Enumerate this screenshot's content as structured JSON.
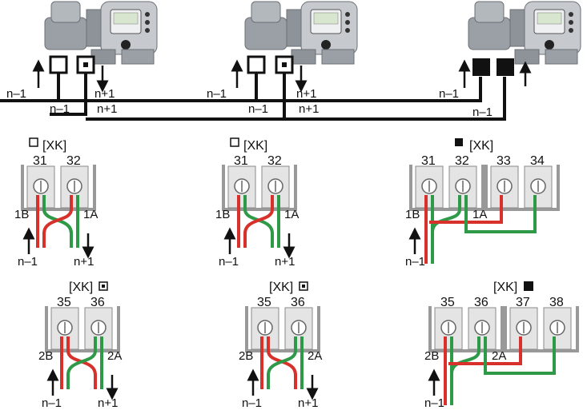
{
  "top": {
    "left_unit": {
      "label_left": "n–1",
      "label_right": "n+1",
      "bus_upper": "n–1",
      "bus_lower": "n+1"
    },
    "mid_unit": {
      "label_left": "n–1",
      "label_right": "n+1",
      "bus_upper": "n–1",
      "bus_lower": "n+1"
    },
    "right_unit": {
      "label_left": "n–1",
      "bus_lower": "n–1"
    }
  },
  "blocks": [
    {
      "id": "a1",
      "header": "[XK]",
      "terminals": [
        "31",
        "32"
      ],
      "side_left": "1B",
      "side_right": "1A",
      "bottom_left": "n–1",
      "bottom_right": "n+1"
    },
    {
      "id": "a2",
      "header": "[XK]",
      "terminals": [
        "31",
        "32"
      ],
      "side_left": "1B",
      "side_right": "1A",
      "bottom_left": "n–1",
      "bottom_right": "n+1"
    },
    {
      "id": "a3",
      "header": "[XK]",
      "terminals": [
        "31",
        "32",
        "33",
        "34"
      ],
      "side_left": "1B",
      "side_right": "1A",
      "bottom_left": "n–1"
    },
    {
      "id": "b1",
      "header": "[XK]",
      "terminals": [
        "35",
        "36"
      ],
      "side_left": "2B",
      "side_right": "2A",
      "bottom_left": "n–1",
      "bottom_right": "n+1"
    },
    {
      "id": "b2",
      "header": "[XK]",
      "terminals": [
        "35",
        "36"
      ],
      "side_left": "2B",
      "side_right": "2A",
      "bottom_left": "n–1",
      "bottom_right": "n+1"
    },
    {
      "id": "b3",
      "header": "[XK]",
      "terminals": [
        "35",
        "36",
        "37",
        "38"
      ],
      "side_left": "2B",
      "side_right": "2A",
      "bottom_left": "n–1"
    }
  ],
  "colors": {
    "red": "#d8312b",
    "green": "#2e9a47",
    "line": "#111111",
    "terminal": "#e4e4e4"
  }
}
